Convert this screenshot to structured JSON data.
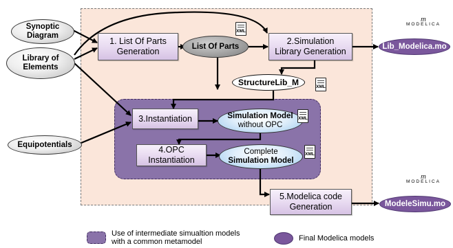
{
  "inputs": {
    "synoptic": "Synoptic Diagram",
    "library": "Library of Elements",
    "equipotentials": "Equipotentials"
  },
  "processes": {
    "list_of_parts_gen": "1. List Of Parts Generation",
    "simulation_library_gen": "2.Simulation Library Generation",
    "instantiation": "3.Instantiation",
    "opc_instantiation": "4.OPC Instantiation",
    "modelica_code_gen": "5.Modelica code Generation"
  },
  "artifacts": {
    "list_of_parts": "List Of Parts",
    "structurelib": "StructureLib_M",
    "sim_model_title": "Simulation Model",
    "sim_model_sub": "without OPC",
    "complete_title": "Complete",
    "complete_sub": "Simulation Model"
  },
  "outputs": {
    "lib_modelica": "Lib_Modelica.mo",
    "modele_simu": "ModeleSimu.mo"
  },
  "badges": {
    "xml": "XML",
    "modelica_logo": "MODELICA",
    "modelica_mark": "m"
  },
  "legend": {
    "intermediate": "Use of intermediate simualtion models with a common metamodel",
    "final": "Final Modelica models"
  },
  "colors": {
    "main_area": "#fbe6da",
    "metamodel_region": "#8a73a9",
    "final_model": "#7a579c",
    "process_box": "#e7d9f0"
  }
}
